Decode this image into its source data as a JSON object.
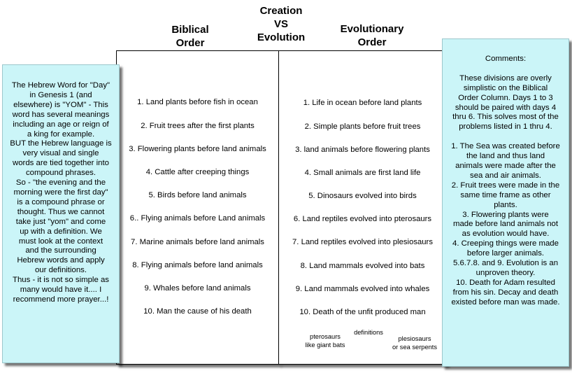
{
  "header": {
    "title": "Creation\nVS\nEvolution",
    "biblical": "Biblical\nOrder",
    "evolutionary": "Evolutionary\nOrder"
  },
  "left_note": "The Hebrew Word for \"Day\"\nin Genesis 1 (and\nelsewhere) is \"YOM\" - This\nword has several meanings\nincluding an age or reign of\na king for example.\nBUT the Hebrew language is\nvery visual and single\nwords are tied together into\ncompound phrases.\nSo - \"the evening and the\nmorning were the first day\"\nis a compound phrase or\nthought. Thus we cannot\ntake just \"yom\" and come\nup with a definition. We\nmust look at the context\nand the surrounding\nHebrew words and apply\nour definitions.\nThus - it is not so simple as\nmany would have it.... I\nrecommend more prayer...!",
  "biblical_items": [
    "1. Land plants before fish in ocean",
    "2.  Fruit trees after the first plants",
    "3. Flowering plants before land animals",
    "4. Cattle after creeping things",
    "5. Birds before land animals",
    "6.. Flying animals before Land animals",
    "7. Marine animals before land animals",
    "8. Flying animals before land animals",
    "9. Whales before land animals",
    "10. Man the cause of his death"
  ],
  "evolutionary_items": [
    "1. Life in ocean before land plants",
    "2. Simple plants before fruit trees",
    "3. land animals before flowering plants",
    "4. Small animals are first land life",
    "5. Dinosaurs evolved into birds",
    "6. Land reptiles evolved into pterosaurs",
    "7. Land reptiles evolved into plesiosaurs",
    "8. Land mammals evolved into bats",
    "9. Land mammals evolved into whales",
    "10. Death of the unfit produced man"
  ],
  "definitions": {
    "pterosaurs": "pterosaurs\nlike giant bats",
    "label": "definitions",
    "plesiosaurs": "plesiosaurs\nor sea serpents"
  },
  "right_note": "Comments:\n\nThese divisions are overly\nsimplistic on the Biblical\nOrder Column. Days 1 to 3\nshould be paired with days 4\nthru 6. This solves most of the\nproblems listed in 1 thru 4.\n\n1. The Sea was created before\nthe land and thus land\nanimals were made after the\nsea and air animals.\n2. Fruit trees were made in the\nsame time frame as other\nplants.\n3. Flowering plants were\nmade before land animals not\nas evolution would have.\n4. Creeping things were made\nbefore larger animals.\n5.6.7.8. and 9. Evolution is an\nunproven theory.\n10. Death for Adam resulted\nfrom his sin. Decay and death\nexisted before man was made."
}
